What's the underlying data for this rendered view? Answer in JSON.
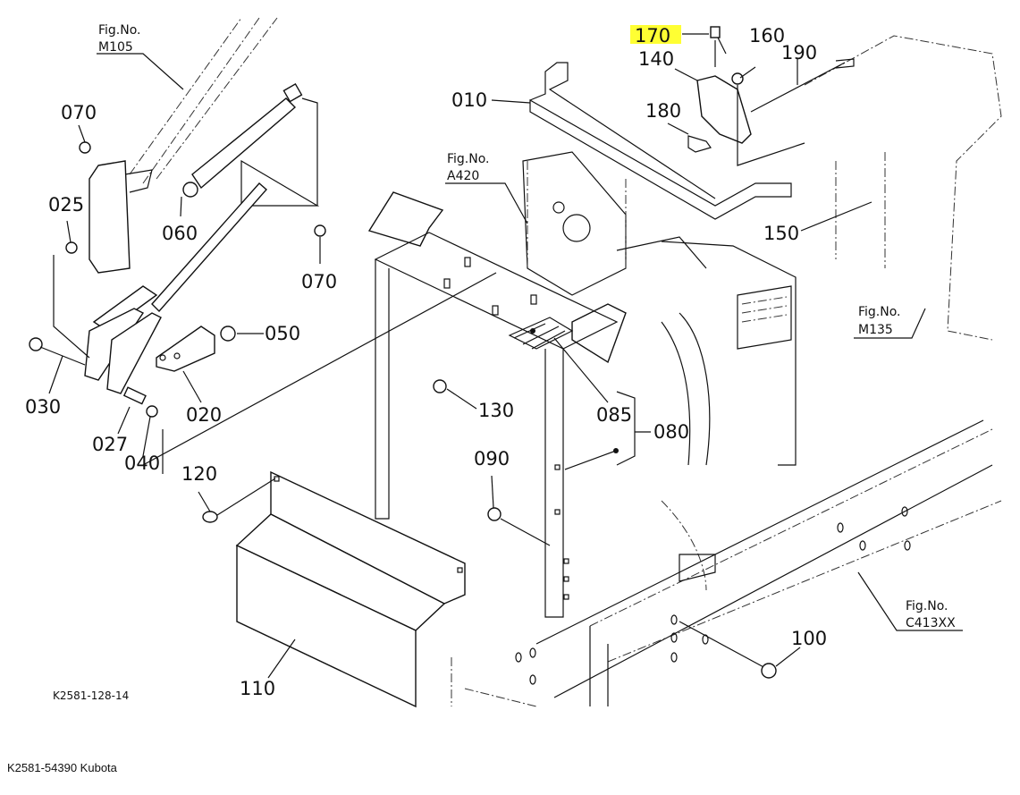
{
  "diagram": {
    "drawing_id": "K2581-128-14",
    "highlight_color": "#ffff33",
    "highlighted_part": "170",
    "callouts": [
      {
        "id": "170",
        "label": "170",
        "highlighted": true
      },
      {
        "id": "160",
        "label": "160"
      },
      {
        "id": "190",
        "label": "190"
      },
      {
        "id": "140",
        "label": "140"
      },
      {
        "id": "010",
        "label": "010"
      },
      {
        "id": "180",
        "label": "180"
      },
      {
        "id": "150",
        "label": "150"
      },
      {
        "id": "070a",
        "label": "070"
      },
      {
        "id": "025",
        "label": "025"
      },
      {
        "id": "060",
        "label": "060"
      },
      {
        "id": "070b",
        "label": "070"
      },
      {
        "id": "050",
        "label": "050"
      },
      {
        "id": "030",
        "label": "030"
      },
      {
        "id": "020",
        "label": "020"
      },
      {
        "id": "027",
        "label": "027"
      },
      {
        "id": "040",
        "label": "040"
      },
      {
        "id": "130",
        "label": "130"
      },
      {
        "id": "085",
        "label": "085"
      },
      {
        "id": "080",
        "label": "080"
      },
      {
        "id": "090",
        "label": "090"
      },
      {
        "id": "120",
        "label": "120"
      },
      {
        "id": "110",
        "label": "110"
      },
      {
        "id": "100",
        "label": "100"
      }
    ],
    "figure_refs": [
      {
        "id": "m105",
        "line1": "Fig.No.",
        "line2": "M105"
      },
      {
        "id": "a420",
        "line1": "Fig.No.",
        "line2": "A420"
      },
      {
        "id": "m135",
        "line1": "Fig.No.",
        "line2": "M135"
      },
      {
        "id": "c413",
        "line1": "Fig.No.",
        "line2": "C413XX"
      }
    ]
  },
  "footer": {
    "caption": "K2581-54390 Kubota"
  }
}
